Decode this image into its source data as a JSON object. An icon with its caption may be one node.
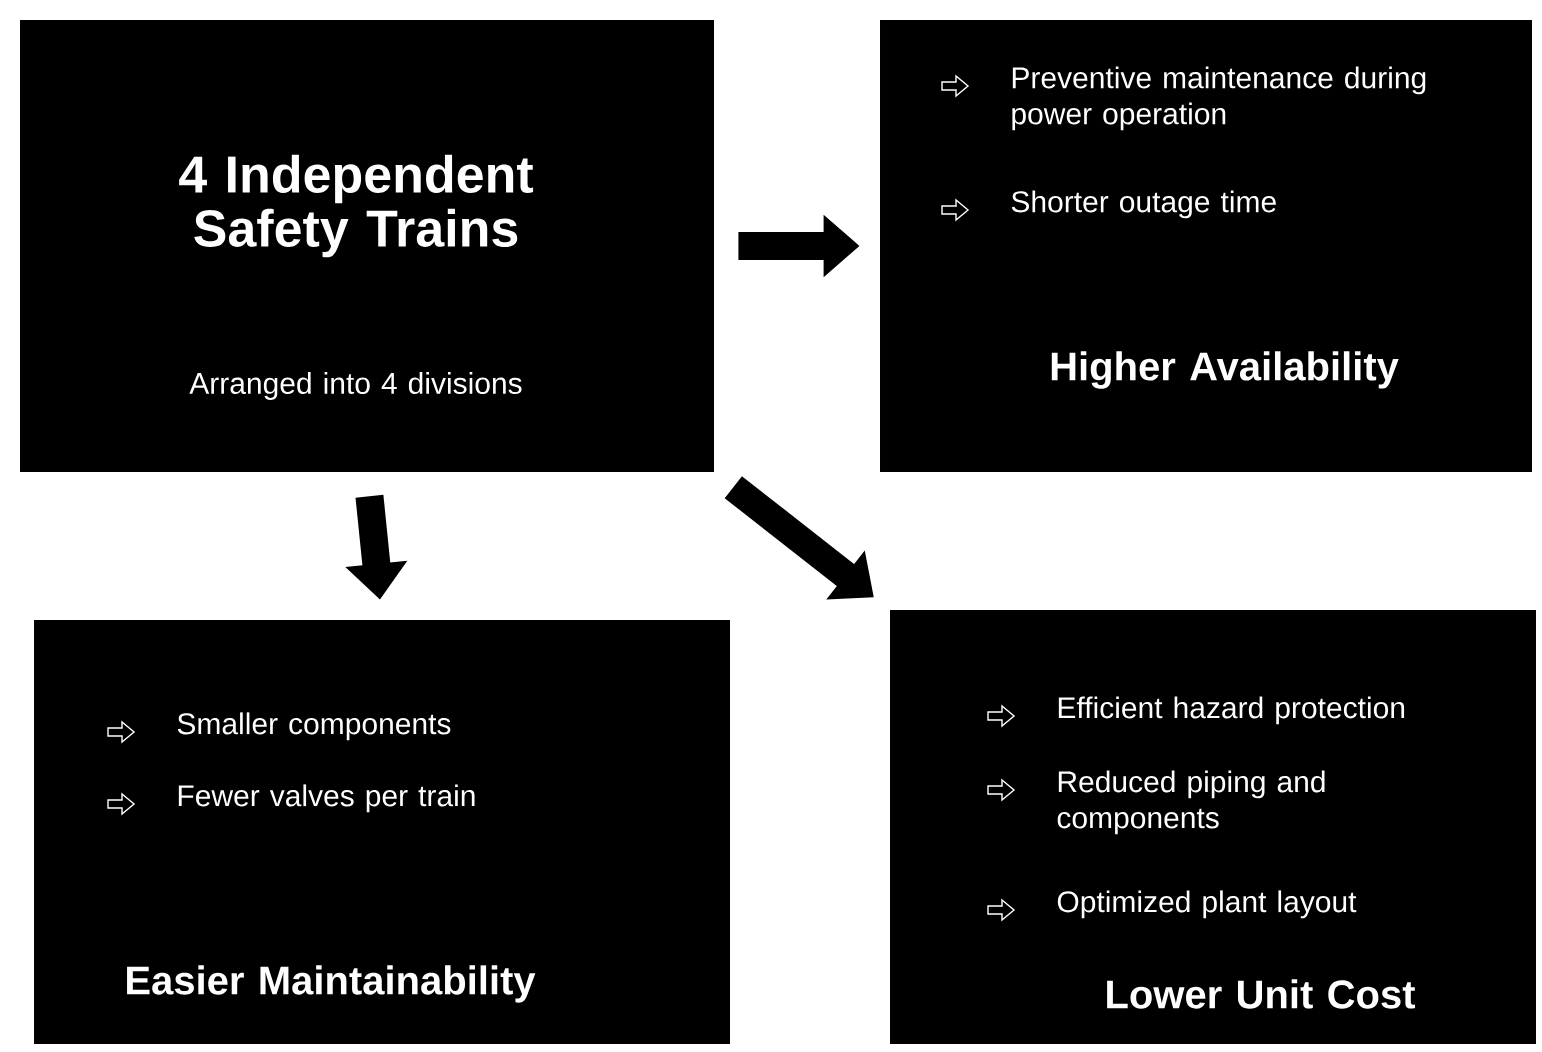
{
  "diagram": {
    "nodes": [
      {
        "text": [
          "4 Independent Safety Trains",
          "Arranged into 4 divisions"
        ]
      },
      {
        "text": [
          "Preventive maintenance during power operation",
          "Shorter outage  time",
          "Higher Availability"
        ]
      },
      {
        "text": [
          "Smaller components",
          "Fewer valves per train",
          "Easier Maintainability"
        ]
      },
      {
        "text": [
          "Efficient hazard protection",
          "Reduced piping and components",
          "Optimized plant layout",
          "Lower Unit Cost"
        ]
      }
    ],
    "edges": [
      {
        "from": 0,
        "to": 1,
        "arrow": "to"
      },
      {
        "from": 0,
        "to": 2,
        "arrow": "to"
      },
      {
        "from": 0,
        "to": 3,
        "arrow": "to"
      }
    ]
  }
}
